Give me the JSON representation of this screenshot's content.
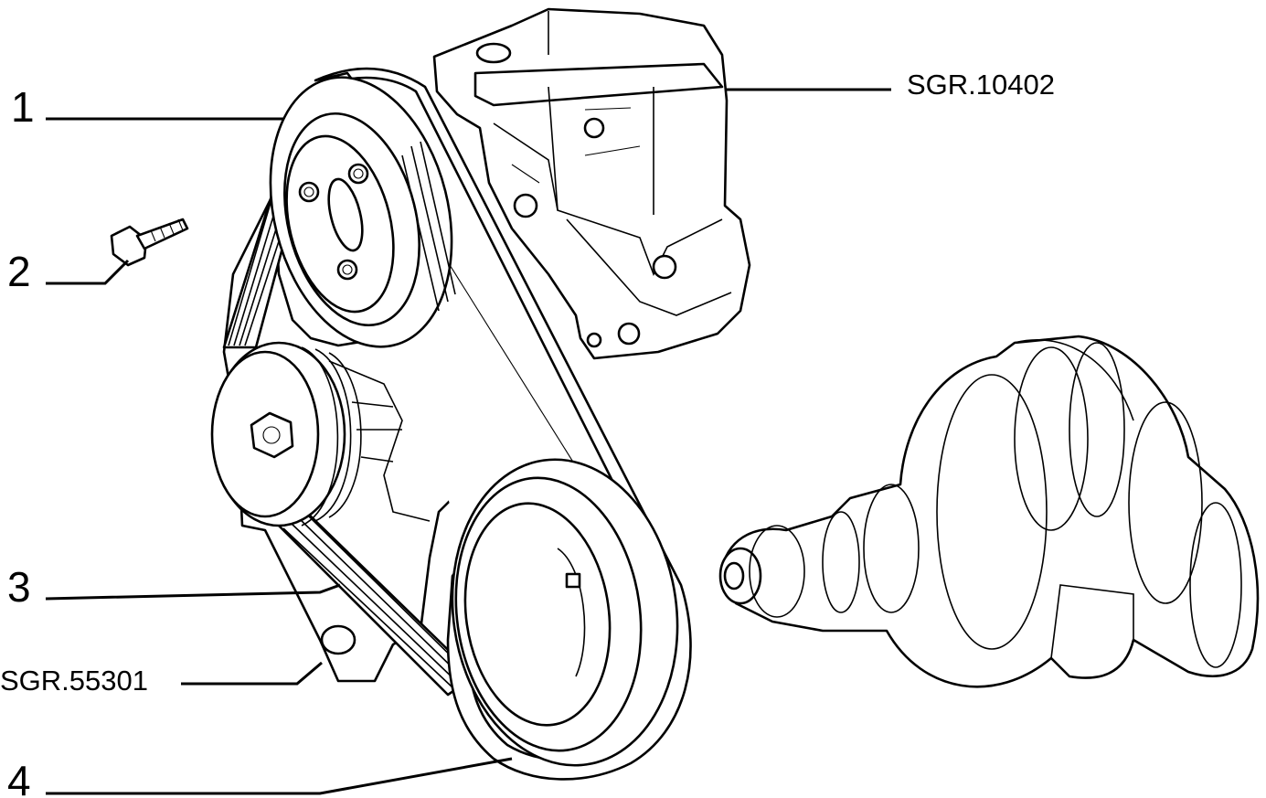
{
  "callouts": {
    "c1": "1",
    "c2": "2",
    "c3": "3",
    "c4": "4",
    "group_pump": "SGR.10402",
    "group_bracket": "SGR.55301"
  },
  "colors": {
    "ink": "#000000",
    "paper": "#ffffff"
  }
}
